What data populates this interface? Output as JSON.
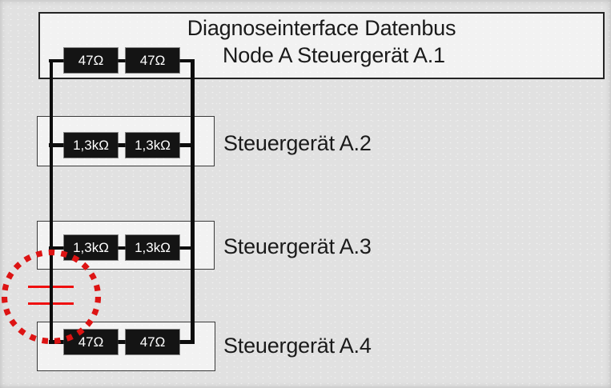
{
  "diagram": {
    "header": {
      "line1": "Diagnoseinterface Datenbus",
      "line2": "Node A Steuergerät A.1"
    },
    "nodes": [
      {
        "resistors": [
          "47Ω",
          "47Ω"
        ]
      },
      {
        "label": "Steuergerät A.2",
        "resistors": [
          "1,3kΩ",
          "1,3kΩ"
        ]
      },
      {
        "label": "Steuergerät A.3",
        "resistors": [
          "1,3kΩ",
          "1,3kΩ"
        ]
      },
      {
        "label": "Steuergerät A.4",
        "resistors": [
          "47Ω",
          "47Ω"
        ]
      }
    ],
    "colors": {
      "background": "#e1e1e1",
      "box-fill": "#f2f2f2",
      "box-border": "#242424",
      "text": "#1a1a1a",
      "wire": "#0d0d0d",
      "resistor-bg": "#141414",
      "resistor-text": "#ffffff",
      "fault-red": "#ef0f0f",
      "fault-dot-red": "#dd1414"
    }
  }
}
